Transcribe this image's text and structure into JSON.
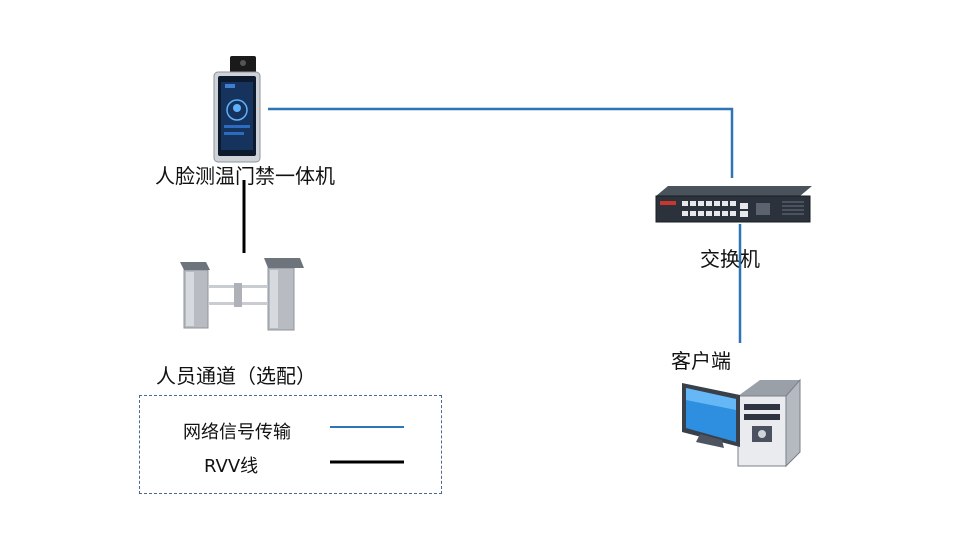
{
  "nodes": {
    "face_terminal": {
      "label": "人脸测温门禁一体机",
      "icon": "face-recognition-terminal-icon"
    },
    "turnstile": {
      "label": "人员通道（选配）",
      "icon": "swing-barrier-gate-icon"
    },
    "switch": {
      "label": "交换机",
      "icon": "network-switch-icon"
    },
    "client": {
      "label": "客户端",
      "icon": "desktop-computer-icon"
    }
  },
  "legend": {
    "network": {
      "label": "网络信号传输",
      "color": "#2e75b6"
    },
    "rvv": {
      "label": "RVV线",
      "color": "#000000"
    }
  }
}
